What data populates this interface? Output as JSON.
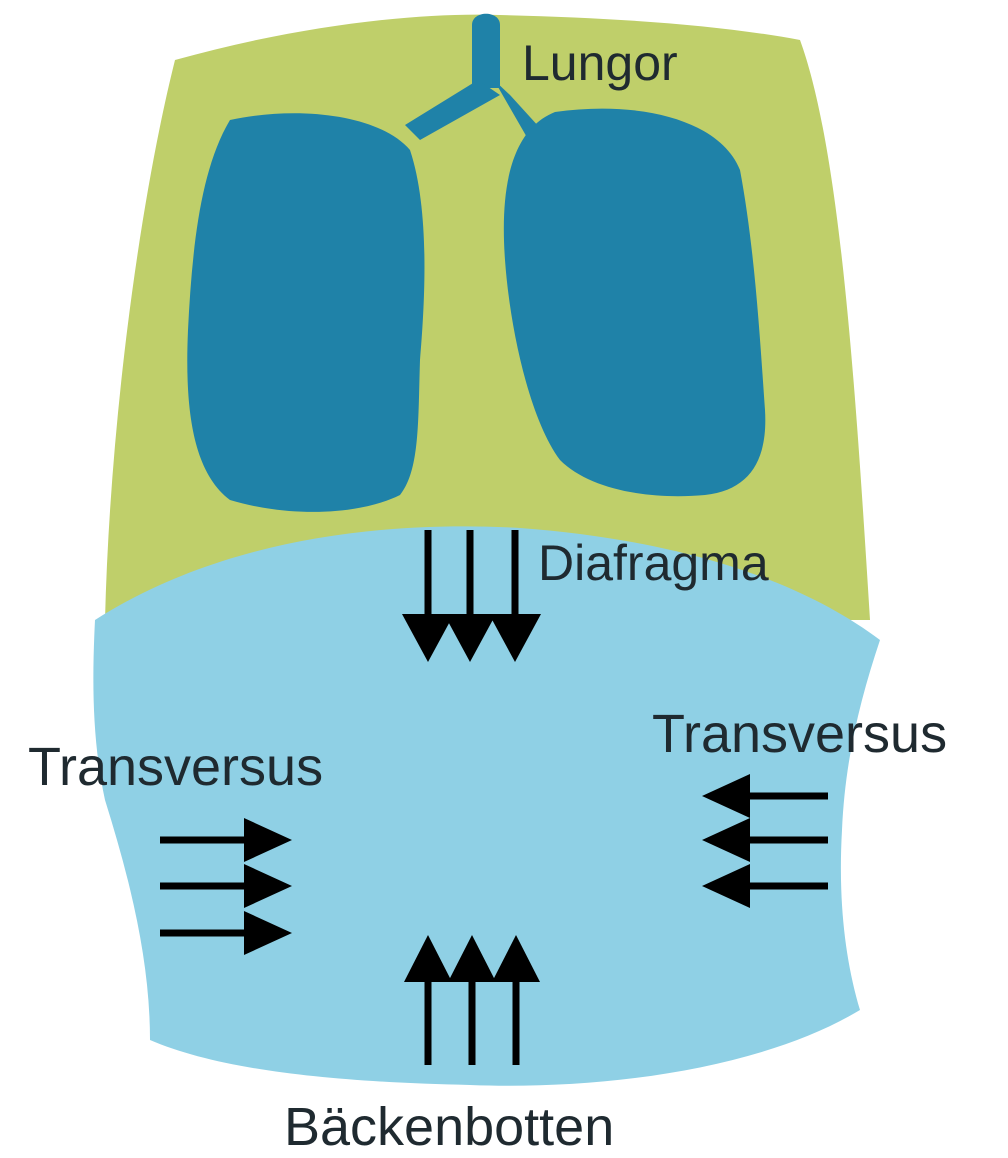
{
  "labels": {
    "lungs": "Lungor",
    "diaphragm": "Diafragma",
    "transversus_left": "Transversus",
    "transversus_right": "Transversus",
    "pelvic_floor": "Bäckenbotten"
  },
  "colors": {
    "chest": "#bfcf6a",
    "abdomen": "#8fd0e5",
    "lungs": "#1f82a8",
    "arrows": "#000000",
    "text": "#1f2a30"
  },
  "arrow_groups": {
    "diaphragm": {
      "direction": "down",
      "count": 3
    },
    "transversus_left": {
      "direction": "right",
      "count": 3
    },
    "transversus_right": {
      "direction": "left",
      "count": 3
    },
    "pelvic_floor": {
      "direction": "up",
      "count": 3
    }
  }
}
